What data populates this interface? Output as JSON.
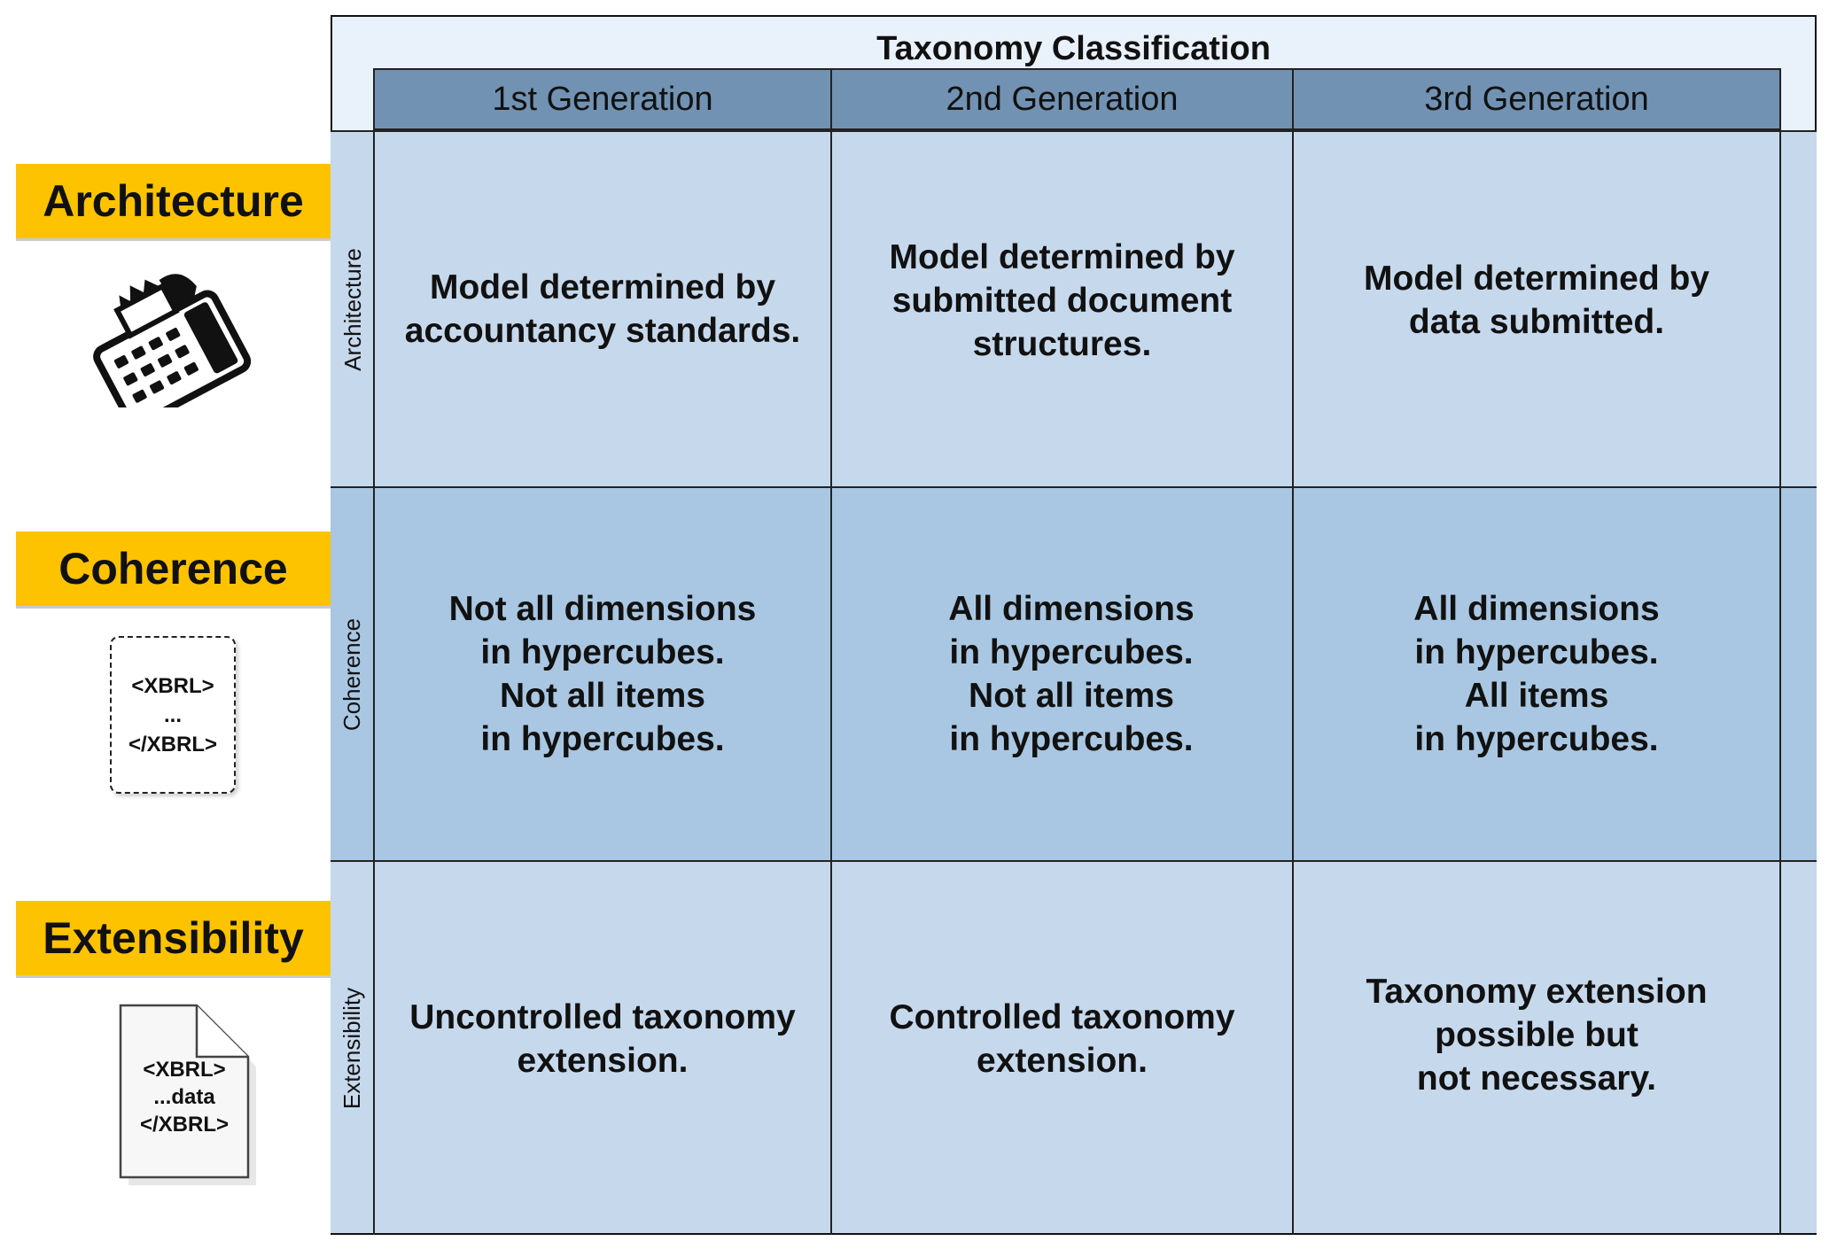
{
  "categories": {
    "architecture": "Architecture",
    "coherence": "Coherence",
    "extensibility": "Extensibility"
  },
  "icons": {
    "architecture": "calculator-icon",
    "coherence": "xbrl-tag-box-icon",
    "extensibility": "document-icon"
  },
  "coherence_icon_lines": [
    "<XBRL>",
    "...",
    "</XBRL>"
  ],
  "extensibility_icon_lines": [
    "<XBRL>",
    "...data",
    "</XBRL>"
  ],
  "table": {
    "title": "Taxonomy Classification",
    "columns": [
      "1st Generation",
      "2nd Generation",
      "3rd Generation"
    ],
    "rows": [
      {
        "label": "Architecture",
        "cells": [
          [
            "Model determined by",
            "accountancy standards."
          ],
          [
            "Model determined by",
            "submitted document",
            "structures."
          ],
          [
            "Model determined by",
            "data submitted."
          ]
        ]
      },
      {
        "label": "Coherence",
        "cells": [
          [
            "Not all dimensions",
            "in hypercubes.",
            "Not all items",
            "in hypercubes."
          ],
          [
            "All dimensions",
            "in hypercubes.",
            "Not all items",
            "in hypercubes."
          ],
          [
            "All dimensions",
            "in hypercubes.",
            "All items",
            "in hypercubes."
          ]
        ]
      },
      {
        "label": "Extensibility",
        "cells": [
          [
            "Uncontrolled taxonomy",
            "extension."
          ],
          [
            "Controlled taxonomy",
            "extension."
          ],
          [
            "Taxonomy extension",
            "possible but",
            "not necessary."
          ]
        ]
      }
    ]
  }
}
